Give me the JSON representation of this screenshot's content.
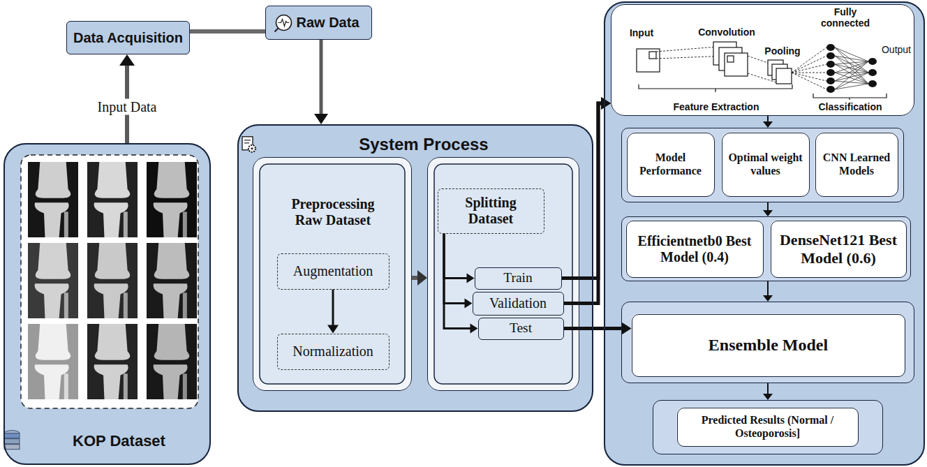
{
  "diagram": {
    "nodes": [
      {
        "text": [
          "KOP Dataset"
        ]
      },
      {
        "text": [
          "Data Acquisition"
        ]
      },
      {
        "text": [
          "Raw Data"
        ]
      },
      {
        "text": [
          "System Process"
        ]
      },
      {
        "text": [
          "Preprocessing Raw Dataset"
        ],
        "in": 3
      },
      {
        "text": [
          "Augmentation"
        ],
        "in": 4
      },
      {
        "text": [
          "Normalization"
        ],
        "in": 4
      },
      {
        "text": [],
        "in": 3
      },
      {
        "text": [
          "Splitting Dataset"
        ],
        "in": 7
      },
      {
        "text": [
          "Train"
        ],
        "in": 7
      },
      {
        "text": [
          "Validation"
        ],
        "in": 7
      },
      {
        "text": [
          "Test"
        ],
        "in": 7
      },
      {
        "text": []
      },
      {
        "text": [
          "Input",
          "Convolution",
          "Pooling",
          "Fully connected",
          "Output",
          "Feature Extraction",
          "Classification"
        ],
        "in": 12
      },
      {
        "text": [],
        "in": 12
      },
      {
        "text": [
          "Model Performance"
        ],
        "in": 14
      },
      {
        "text": [
          "Optimal weight values"
        ],
        "in": 14
      },
      {
        "text": [
          "CNN Learned Models"
        ],
        "in": 14
      },
      {
        "text": [],
        "in": 12
      },
      {
        "text": [
          "Efficientnetb0 Best Model (0.4)"
        ],
        "in": 18
      },
      {
        "text": [
          "DenseNet121 Best Model (0.6)"
        ],
        "in": 18
      },
      {
        "text": [],
        "in": 12
      },
      {
        "text": [
          "Ensemble Model"
        ],
        "in": 21
      },
      {
        "text": [],
        "in": 12
      },
      {
        "text": [
          "Predicted Results (Normal / Osteoporosis]"
        ],
        "in": 23
      }
    ],
    "edges": [
      {
        "from": 0,
        "to": 1,
        "arrow": "to",
        "label": "Input Data"
      },
      {
        "from": 1,
        "to": 2,
        "arrow": "none"
      },
      {
        "from": 2,
        "to": 3,
        "arrow": "to"
      },
      {
        "from": 5,
        "to": 6,
        "arrow": "to"
      },
      {
        "from": 4,
        "to": 7,
        "arrow": "to"
      },
      {
        "from": 8,
        "to": 9,
        "arrow": "to"
      },
      {
        "from": 8,
        "to": 10,
        "arrow": "to"
      },
      {
        "from": 8,
        "to": 11,
        "arrow": "to"
      },
      {
        "from": 9,
        "to": 13,
        "arrow": "to"
      },
      {
        "from": 10,
        "to": 13,
        "arrow": "to"
      },
      {
        "from": 11,
        "to": 22,
        "arrow": "to"
      },
      {
        "from": 13,
        "to": 14,
        "arrow": "to"
      },
      {
        "from": 14,
        "to": 18,
        "arrow": "to"
      },
      {
        "from": 18,
        "to": 21,
        "arrow": "to"
      },
      {
        "from": 21,
        "to": 23,
        "arrow": "to"
      }
    ]
  }
}
